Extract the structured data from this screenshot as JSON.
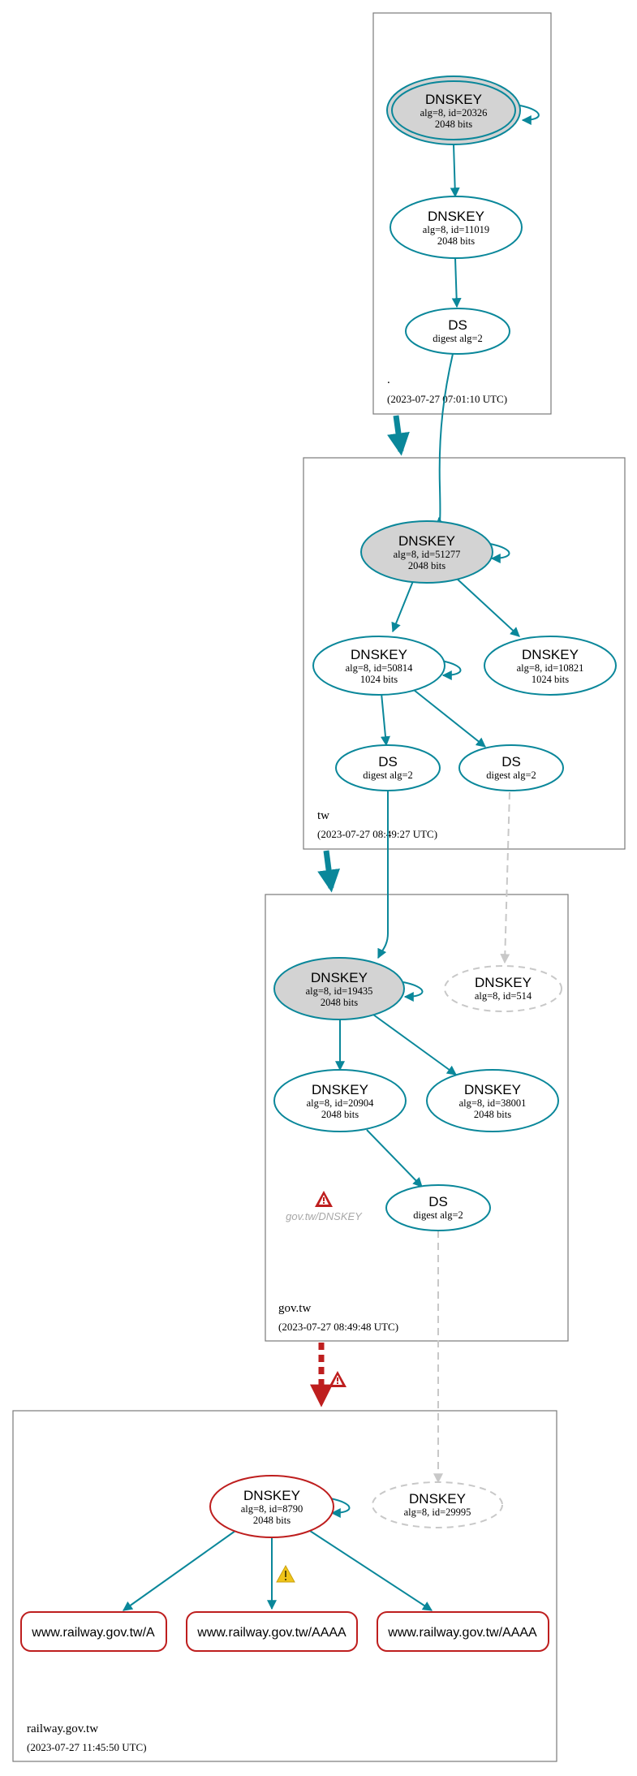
{
  "zones": [
    {
      "id": "root",
      "name": ".",
      "time": "(2023-07-27 07:01:10 UTC)"
    },
    {
      "id": "tw",
      "name": "tw",
      "time": "(2023-07-27 08:49:27 UTC)"
    },
    {
      "id": "govtw",
      "name": "gov.tw",
      "time": "(2023-07-27 08:49:48 UTC)"
    },
    {
      "id": "railway",
      "name": "railway.gov.tw",
      "time": "(2023-07-27 11:45:50 UTC)"
    }
  ],
  "nodes": {
    "root_ksk": {
      "title": "DNSKEY",
      "line1": "alg=8, id=20326",
      "line2": "2048 bits"
    },
    "root_zsk": {
      "title": "DNSKEY",
      "line1": "alg=8, id=11019",
      "line2": "2048 bits"
    },
    "root_ds": {
      "title": "DS",
      "line1": "digest alg=2"
    },
    "tw_ksk": {
      "title": "DNSKEY",
      "line1": "alg=8, id=51277",
      "line2": "2048 bits"
    },
    "tw_zsk1": {
      "title": "DNSKEY",
      "line1": "alg=8, id=50814",
      "line2": "1024 bits"
    },
    "tw_zsk2": {
      "title": "DNSKEY",
      "line1": "alg=8, id=10821",
      "line2": "1024 bits"
    },
    "tw_ds1": {
      "title": "DS",
      "line1": "digest alg=2"
    },
    "tw_ds2": {
      "title": "DS",
      "line1": "digest alg=2"
    },
    "gov_ksk": {
      "title": "DNSKEY",
      "line1": "alg=8, id=19435",
      "line2": "2048 bits"
    },
    "gov_missing": {
      "title": "DNSKEY",
      "line1": "alg=8, id=514"
    },
    "gov_zsk1": {
      "title": "DNSKEY",
      "line1": "alg=8, id=20904",
      "line2": "2048 bits"
    },
    "gov_zsk2": {
      "title": "DNSKEY",
      "line1": "alg=8, id=38001",
      "line2": "2048 bits"
    },
    "gov_ds": {
      "title": "DS",
      "line1": "digest alg=2"
    },
    "gov_err": {
      "label": "gov.tw/DNSKEY"
    },
    "rail_key": {
      "title": "DNSKEY",
      "line1": "alg=8, id=8790",
      "line2": "2048 bits"
    },
    "rail_missing": {
      "title": "DNSKEY",
      "line1": "alg=8, id=29995"
    },
    "rr_a": {
      "label": "www.railway.gov.tw/A"
    },
    "rr_aaaa1": {
      "label": "www.railway.gov.tw/AAAA"
    },
    "rr_aaaa2": {
      "label": "www.railway.gov.tw/AAAA"
    }
  },
  "colors": {
    "secure": "#0a879a",
    "bogus": "#be1e1e",
    "missing": "#c8c8c8",
    "sep_fill": "#d3d3d3",
    "warning": "#f0c419"
  },
  "icons": {
    "error": "error-triangle-icon",
    "warning": "warning-triangle-icon"
  }
}
